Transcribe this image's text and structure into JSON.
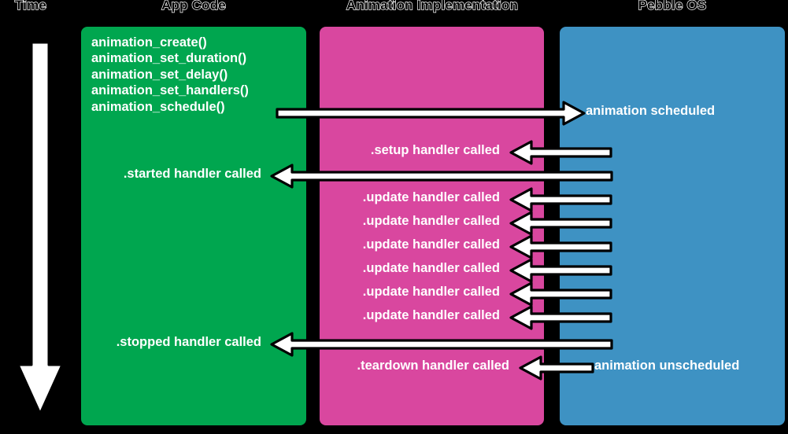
{
  "diagram": {
    "title_columns": {
      "time": "Time",
      "app_code": "App Code",
      "animation_impl": "Animation Implementation",
      "pebble_os": "Pebble OS"
    },
    "colors": {
      "background": "#000000",
      "app_code_lane": "#00A64F",
      "animation_lane": "#D9479F",
      "pebble_os_lane": "#3E92C3",
      "arrow_fill": "#FFFFFF",
      "arrow_stroke": "#000000",
      "lane_text": "#FFFFFF",
      "header_text_fill": "#000000",
      "header_text_stroke": "#FFFFFF"
    },
    "app_code_calls": [
      "animation_create()",
      "animation_set_duration()",
      "animation_set_delay()",
      "animation_set_handlers()",
      "animation_schedule()"
    ],
    "messages": [
      {
        "label": "animation scheduled",
        "lane": "pebble_os",
        "direction": "right",
        "from": "app_code",
        "to": "pebble_os"
      },
      {
        "label": ".setup handler called",
        "lane": "animation_impl",
        "direction": "left",
        "from": "pebble_os",
        "to": "animation_impl"
      },
      {
        "label": ".started handler called",
        "lane": "app_code",
        "direction": "left",
        "from": "pebble_os",
        "to": "app_code"
      },
      {
        "label": ".update handler called",
        "lane": "animation_impl",
        "direction": "left",
        "from": "pebble_os",
        "to": "animation_impl"
      },
      {
        "label": ".update handler called",
        "lane": "animation_impl",
        "direction": "left",
        "from": "pebble_os",
        "to": "animation_impl"
      },
      {
        "label": ".update handler called",
        "lane": "animation_impl",
        "direction": "left",
        "from": "pebble_os",
        "to": "animation_impl"
      },
      {
        "label": ".update handler called",
        "lane": "animation_impl",
        "direction": "left",
        "from": "pebble_os",
        "to": "animation_impl"
      },
      {
        "label": ".update handler called",
        "lane": "animation_impl",
        "direction": "left",
        "from": "pebble_os",
        "to": "animation_impl"
      },
      {
        "label": ".update handler called",
        "lane": "animation_impl",
        "direction": "left",
        "from": "pebble_os",
        "to": "animation_impl"
      },
      {
        "label": ".stopped handler called",
        "lane": "app_code",
        "direction": "left",
        "from": "pebble_os",
        "to": "app_code"
      },
      {
        "label": ".teardown handler called",
        "lane": "animation_impl",
        "direction": "left",
        "from": "pebble_os",
        "to": "animation_impl"
      },
      {
        "label": "animation unscheduled",
        "lane": "pebble_os",
        "direction": "none",
        "from": "pebble_os",
        "to": "pebble_os"
      }
    ]
  }
}
